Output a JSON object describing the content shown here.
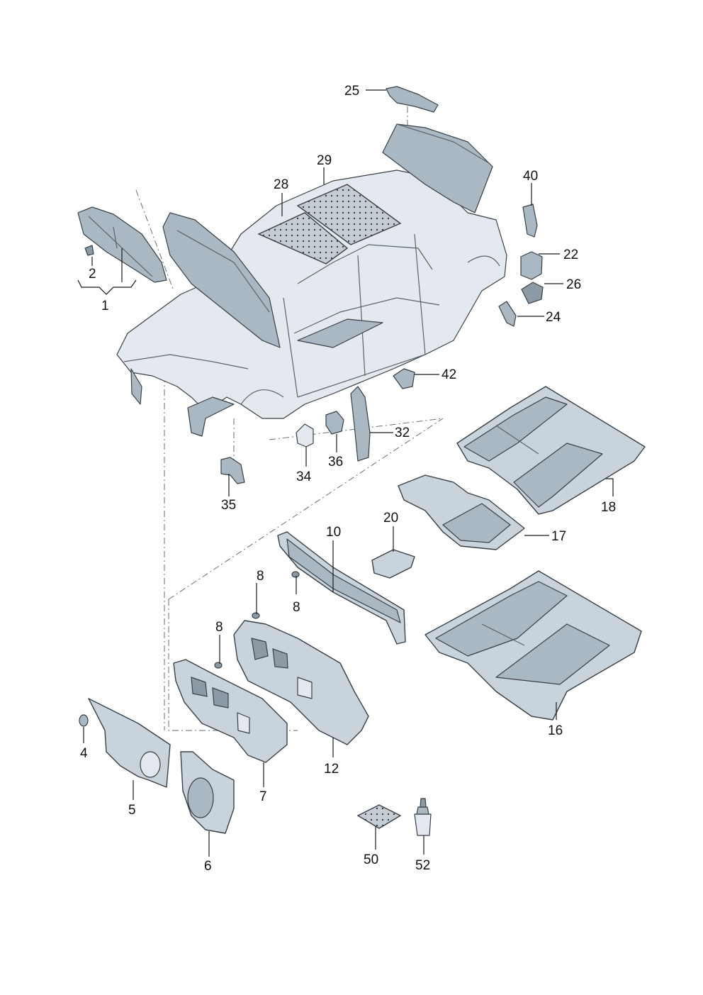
{
  "callouts": {
    "c1": "1",
    "c2": "2",
    "c4": "4",
    "c5": "5",
    "c6": "6",
    "c7": "7",
    "c8a": "8",
    "c8b": "8",
    "c8c": "8",
    "c10": "10",
    "c12": "12",
    "c16": "16",
    "c17": "17",
    "c18": "18",
    "c20": "20",
    "c22": "22",
    "c24": "24",
    "c25": "25",
    "c26": "26",
    "c28": "28",
    "c29": "29",
    "c32": "32",
    "c34": "34",
    "c35": "35",
    "c36": "36",
    "c40": "40",
    "c42": "42",
    "c50": "50",
    "c52": "52"
  },
  "colors": {
    "part_fill": "#c9d3dc",
    "part_shade": "#aab8c4",
    "outline": "#3a3f45",
    "text": "#111111"
  }
}
